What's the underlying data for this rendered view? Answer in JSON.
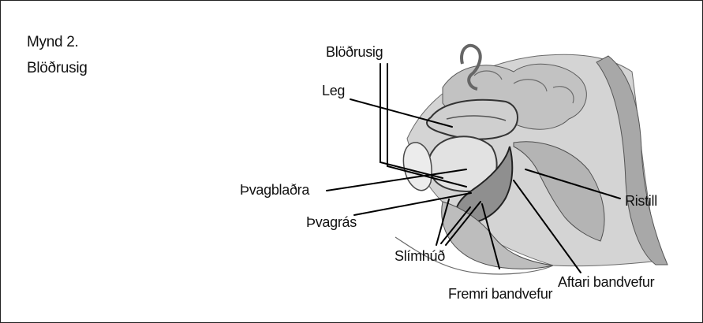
{
  "figure": {
    "caption_number": "Mynd 2.",
    "caption_title": "Blöðrusig"
  },
  "labels": {
    "blodrusig": "Blöðrusig",
    "leg": "Leg",
    "thvagbladra": "Þvagblaðra",
    "thvagras": "Þvagrás",
    "slimhud": "Slímhúð",
    "fremri_bandvefur": "Fremri bandvefur",
    "aftari_bandvefur": "Aftari bandvefur",
    "ristill": "Ristill"
  }
}
